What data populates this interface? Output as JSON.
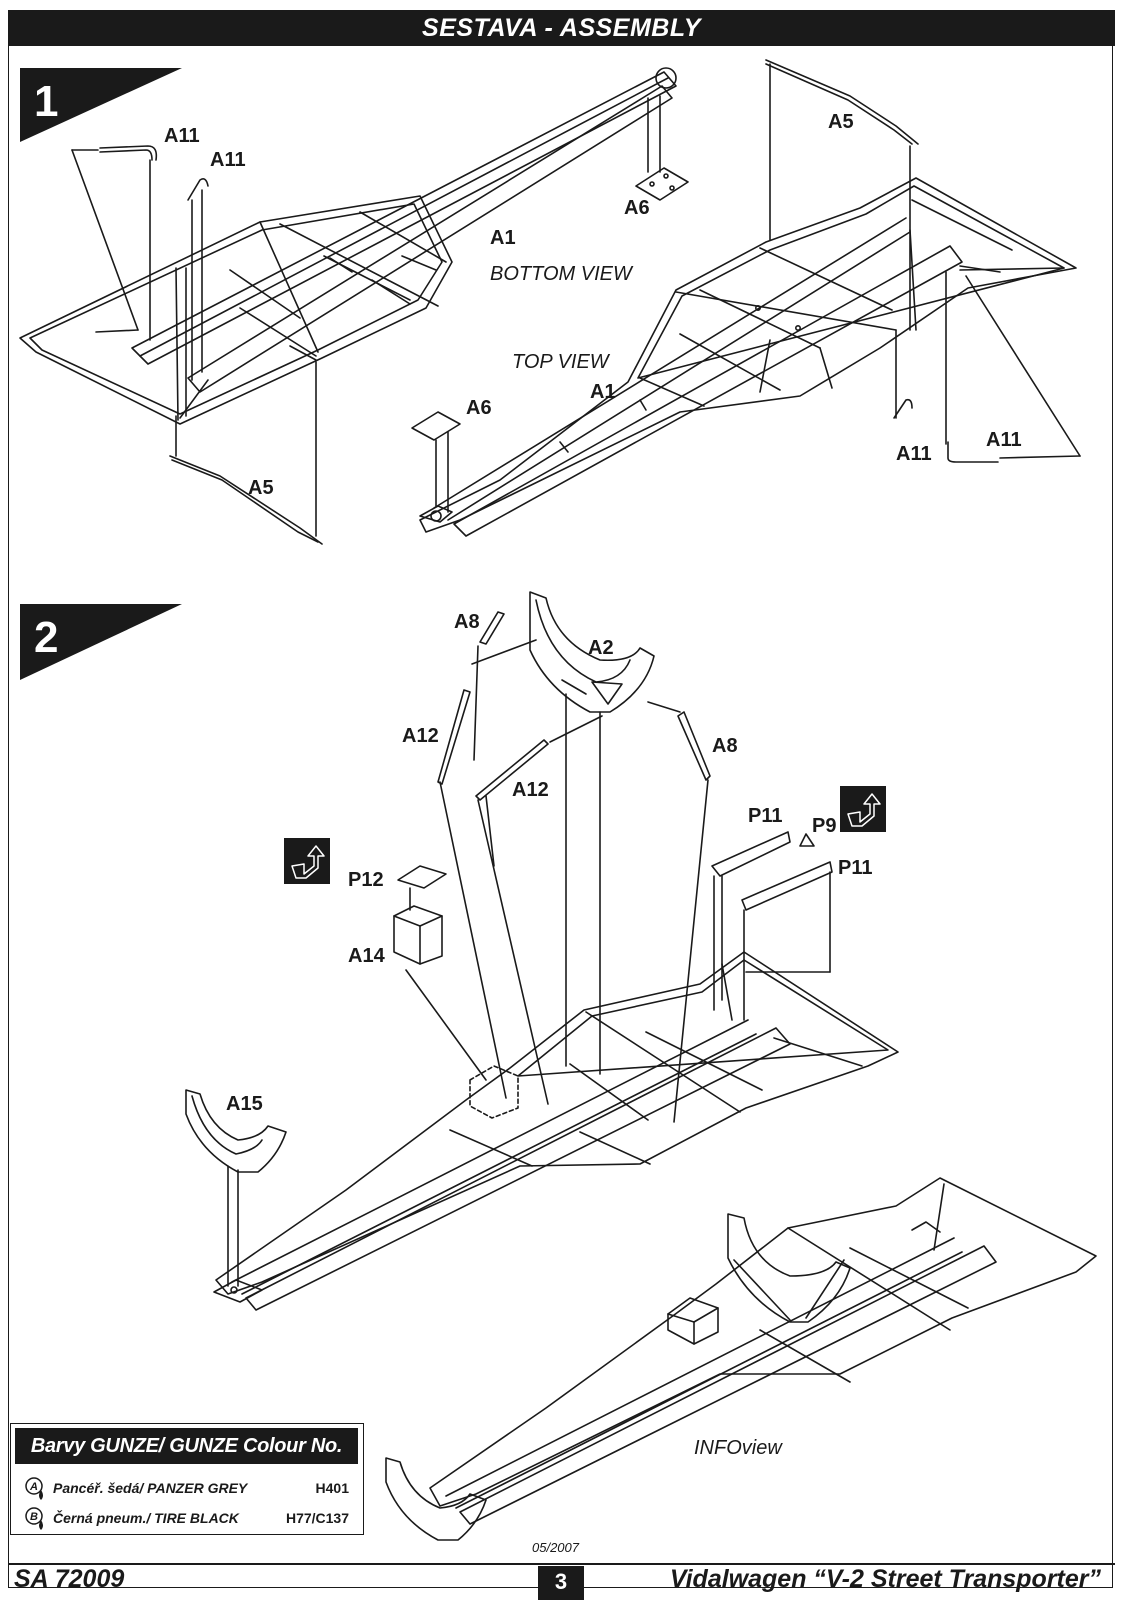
{
  "header": {
    "title": "SESTAVA -  ASSEMBLY"
  },
  "steps": [
    {
      "number": "1"
    },
    {
      "number": "2"
    }
  ],
  "step1": {
    "labels": {
      "a11_1": "A11",
      "a11_2": "A11",
      "a11_3": "A11",
      "a11_4": "A11",
      "a5_top": "A5",
      "a5_bottom": "A5",
      "a6_top": "A6",
      "a6_bottom": "A6",
      "a1_bottom": "A1",
      "a1_top": "A1"
    },
    "bottom_view": "BOTTOM VIEW",
    "top_view": "TOP VIEW"
  },
  "step2": {
    "labels": {
      "a8_left": "A8",
      "a2": "A2",
      "a12_left": "A12",
      "a8_right": "A8",
      "a12_mid": "A12",
      "p11_top": "P11",
      "p9": "P9",
      "p11_bottom": "P11",
      "p12": "P12",
      "a14": "A14",
      "a15": "A15"
    },
    "info_view": "INFOview"
  },
  "legend": {
    "title": "Barvy GUNZE/ GUNZE Colour No.",
    "rows": [
      {
        "mark": "A",
        "name": "Pancéř. šedá/ PANZER GREY",
        "code": "H401"
      },
      {
        "mark": "B",
        "name": "Černá pneum./ TIRE BLACK",
        "code": "H77/C137"
      }
    ]
  },
  "footer": {
    "kit_code": "SA 72009",
    "date": "05/2007",
    "page_number": "3",
    "title": "Vidalwagen “V-2 Street Transporter”"
  }
}
